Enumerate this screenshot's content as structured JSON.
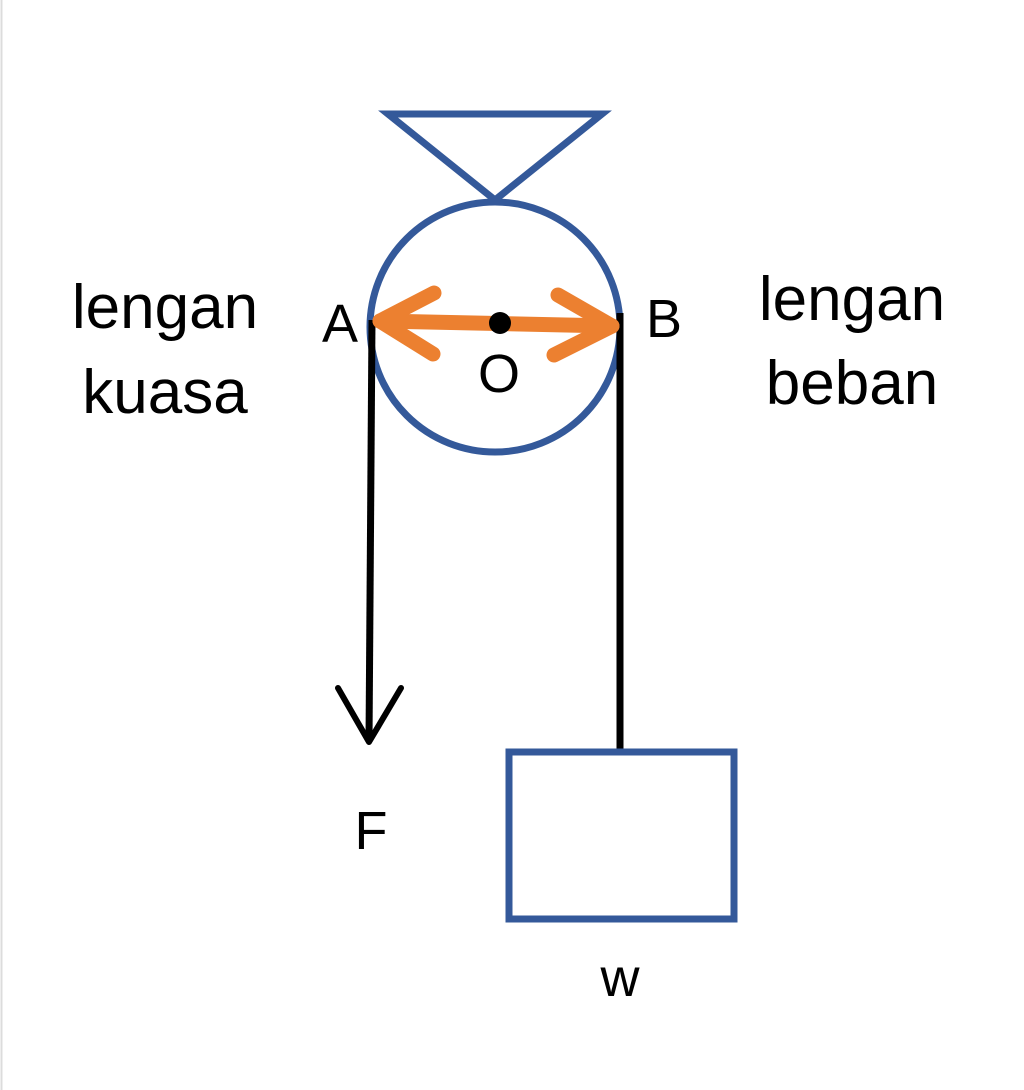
{
  "labels": {
    "effort_arm_line1": "lengan",
    "effort_arm_line2": "kuasa",
    "load_arm_line1": "lengan",
    "load_arm_line2": "beban",
    "point_a": "A",
    "point_b": "B",
    "pivot_o": "O",
    "force": "F",
    "weight": "w"
  },
  "colors": {
    "pulley": "#34599a",
    "arm_arrow": "#ec8030",
    "rope": "#000000",
    "text": "#000000",
    "background": "#ffffff"
  }
}
